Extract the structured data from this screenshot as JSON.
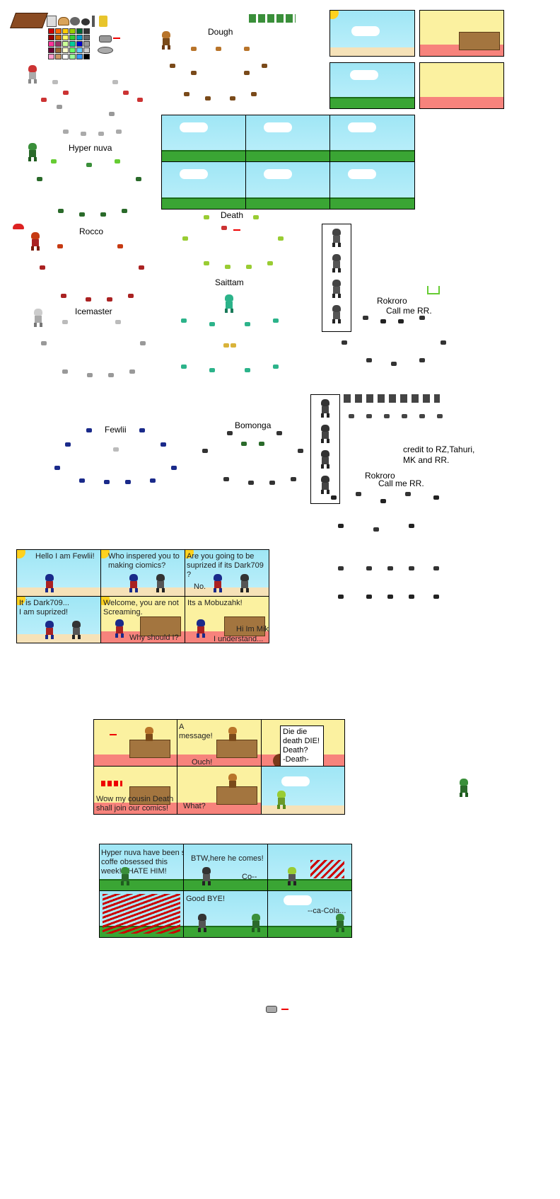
{
  "labels": {
    "dough": "Dough",
    "hyper_nuva": "Hyper nuva",
    "rocco": "Rocco",
    "icemaster": "Icemaster",
    "death": "Death",
    "saittam": "Saittam",
    "rokroro_1": "Rokroro",
    "call_me_1": "Call me RR.",
    "fewlii": "Fewlii",
    "bomonga": "Bomonga",
    "credit": "credit to RZ,Tahuri,\nMK and RR.",
    "rokroro_2": "Rokroro",
    "call_me_2": "Call me RR."
  },
  "comic1": {
    "p1": "Hello I am Fewlii!",
    "p2": "Who inspered you to\nmaking ciomics?",
    "p3": "Are you going to be\nsuprized if its Dark709\n?",
    "p3b": "No.",
    "p4": "It is Dark709...\nI am suprized!",
    "p5": "Welcome, you are not\nScreaming.",
    "p5b": "Why should I?",
    "p6": "Its a Mobuzahk!",
    "p6b": "Hi Im Mike!",
    "p6c": "I understand..."
  },
  "comic2": {
    "p2": "A\nmessage!",
    "p2b": "Ouch!",
    "p3": "Die die\ndeath DIE!\nDeath?\n-Death-",
    "p4": "Wow my cousin Death\nshall join our comics!",
    "p5": "What?"
  },
  "comic3": {
    "p1": "Hyper nuva have been so\ncoffe obsessed this\nweek! I HATE HIM!",
    "p2": "BTW,here he comes!",
    "p2b": "Co--",
    "p4": "Good BYE!",
    "p6": "--ca-Cola..."
  },
  "colors": {
    "sky": "#9fe6f5",
    "wall": "#fbf1a0",
    "floor": "#f7837c",
    "grass": "#3aa534",
    "sun": "#ffd21f"
  }
}
